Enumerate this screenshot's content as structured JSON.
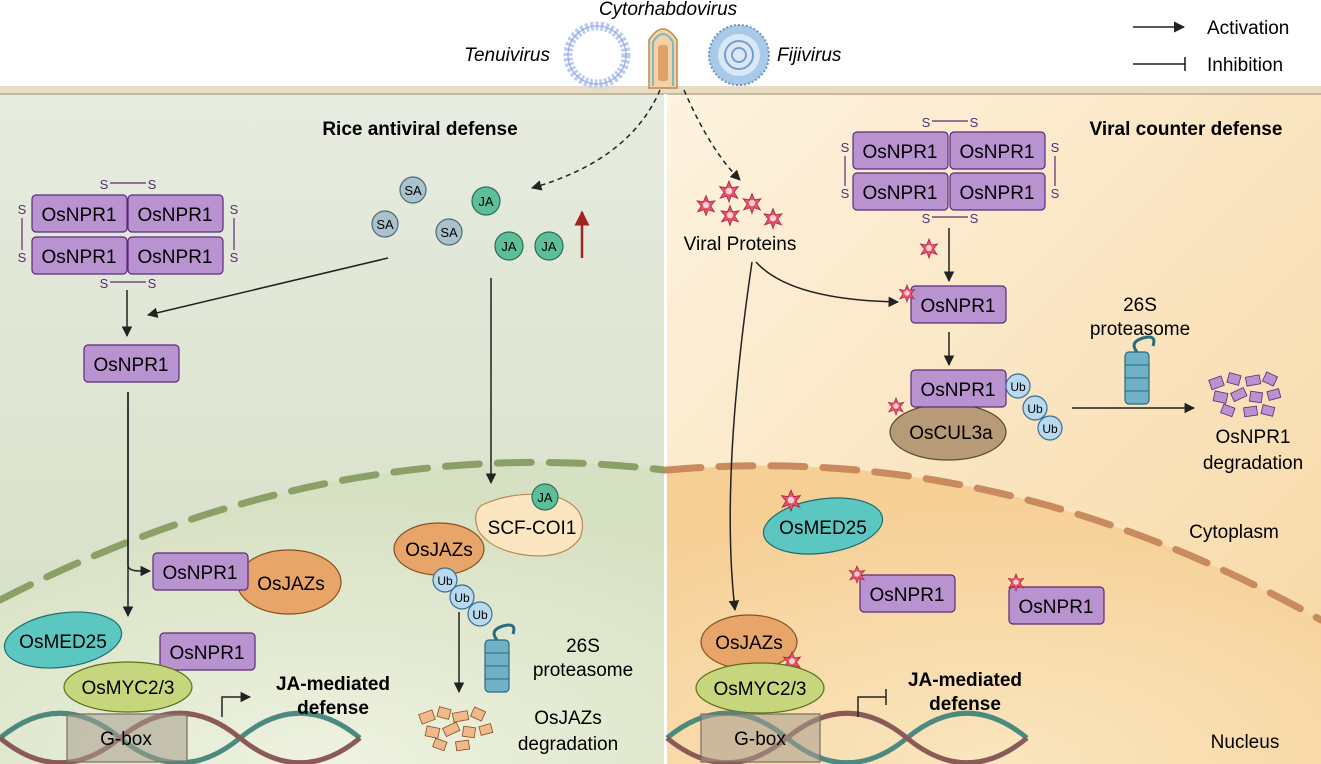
{
  "viruses": {
    "tenuivirus": "Tenuivirus",
    "cytorhabdovirus": "Cytorhabdovirus",
    "fijivirus": "Fijivirus"
  },
  "legend": {
    "activation": "Activation",
    "inhibition": "Inhibition"
  },
  "left_panel": {
    "title": "Rice antiviral defense",
    "npr1_oligomer": [
      "OsNPR1",
      "OsNPR1",
      "OsNPR1",
      "OsNPR1"
    ],
    "disulfide_s": "S",
    "sa": "SA",
    "ja": "JA",
    "npr1_monomer": "OsNPR1",
    "npr1_nucleus_a": "OsNPR1",
    "npr1_nucleus_b": "OsNPR1",
    "jazs_bound": "OsJAZs",
    "med25": "OsMED25",
    "myc": "OsMYC2/3",
    "gbox": "G-box",
    "ja_defense": "JA-mediated defense",
    "scf_coi1": "SCF-COI1",
    "jazs_ubiquitinated": "OsJAZs",
    "ub": "Ub",
    "proteasome": "26S proteasome",
    "jazs_degradation": "OsJAZs degradation"
  },
  "right_panel": {
    "title": "Viral counter defense",
    "viral_proteins": "Viral Proteins",
    "npr1_oligomer": [
      "OsNPR1",
      "OsNPR1",
      "OsNPR1",
      "OsNPR1"
    ],
    "npr1_target": "OsNPR1",
    "npr1_ub": "OsNPR1",
    "cul3a": "OsCUL3a",
    "ub": "Ub",
    "proteasome": "26S proteasome",
    "npr1_degradation": "OsNPR1 degradation",
    "cytoplasm": "Cytoplasm",
    "med25": "OsMED25",
    "npr1_nuc_a": "OsNPR1",
    "npr1_nuc_b": "OsNPR1",
    "jazs": "OsJAZs",
    "myc": "OsMYC2/3",
    "gbox": "G-box",
    "ja_defense": "JA-mediated defense",
    "nucleus": "Nucleus"
  },
  "colors": {
    "left_bg": "#dfe6d4",
    "right_bg": "#fbe8c6",
    "npr1_fill": "#b993cf",
    "npr1_stroke": "#5b2a78",
    "jazs_fill": "#e8a56a",
    "med25_fill": "#5cc6c0",
    "myc_fill": "#c5d67d",
    "cul3a_fill": "#b79b76",
    "sa_fill": "#a9c2cc",
    "ja_fill": "#5dbf9a",
    "ub_fill": "#b8d9ee",
    "nucleus_dash": "#8aa066"
  }
}
